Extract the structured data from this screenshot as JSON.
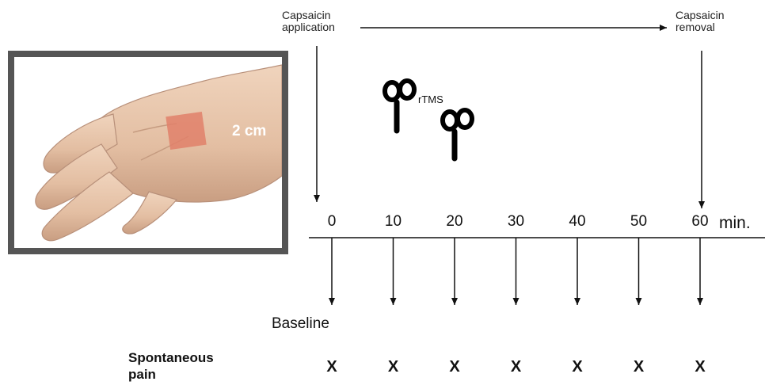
{
  "events": {
    "application": [
      "Capsaicin",
      "application"
    ],
    "removal": [
      "Capsaicin",
      "removal"
    ]
  },
  "illustration": {
    "subject": "hand-dorsum",
    "patch_label": "2 cm",
    "patch_color": "#e0806a"
  },
  "stimulation": {
    "label": "rTMS",
    "icon": "tms-coil-icon"
  },
  "timeline": {
    "ticks": [
      {
        "label": "0",
        "value": 0
      },
      {
        "label": "10",
        "value": 10
      },
      {
        "label": "20",
        "value": 20
      },
      {
        "label": "30",
        "value": 30
      },
      {
        "label": "40",
        "value": 40
      },
      {
        "label": "50",
        "value": 50
      },
      {
        "label": "60",
        "value": 60
      }
    ],
    "unit": "min.",
    "baseline_label": "Baseline"
  },
  "measures": [
    {
      "label_lines": [
        "Spontaneous",
        "pain"
      ],
      "marks": [
        {
          "time": 0,
          "symbol": "X"
        },
        {
          "time": 10,
          "symbol": "X"
        },
        {
          "time": 20,
          "symbol": "X"
        },
        {
          "time": 30,
          "symbol": "X"
        },
        {
          "time": 40,
          "symbol": "X"
        },
        {
          "time": 50,
          "symbol": "X"
        },
        {
          "time": 60,
          "symbol": "X"
        }
      ]
    }
  ],
  "colors": {
    "frame": "#555555",
    "line": "#111111",
    "skin": "#e8c7ae",
    "skin_shadow": "#c79d80"
  }
}
